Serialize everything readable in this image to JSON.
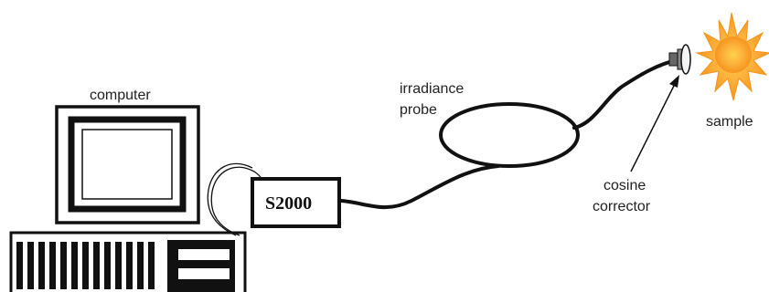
{
  "labels": {
    "computer": "computer",
    "irradiance_line1": "irradiance",
    "irradiance_line2": "probe",
    "spectrometer": "S2000",
    "sample": "sample",
    "cosine_line1": "cosine",
    "cosine_line2": "corrector"
  },
  "colors": {
    "line": "#111111",
    "sun_outer": "#f7941d",
    "sun_inner": "#ffd24a"
  },
  "icons": {
    "computer": "computer-monitor-icon",
    "tower": "computer-tower-icon",
    "sun": "sun-icon",
    "corrector": "cosine-corrector-icon"
  }
}
